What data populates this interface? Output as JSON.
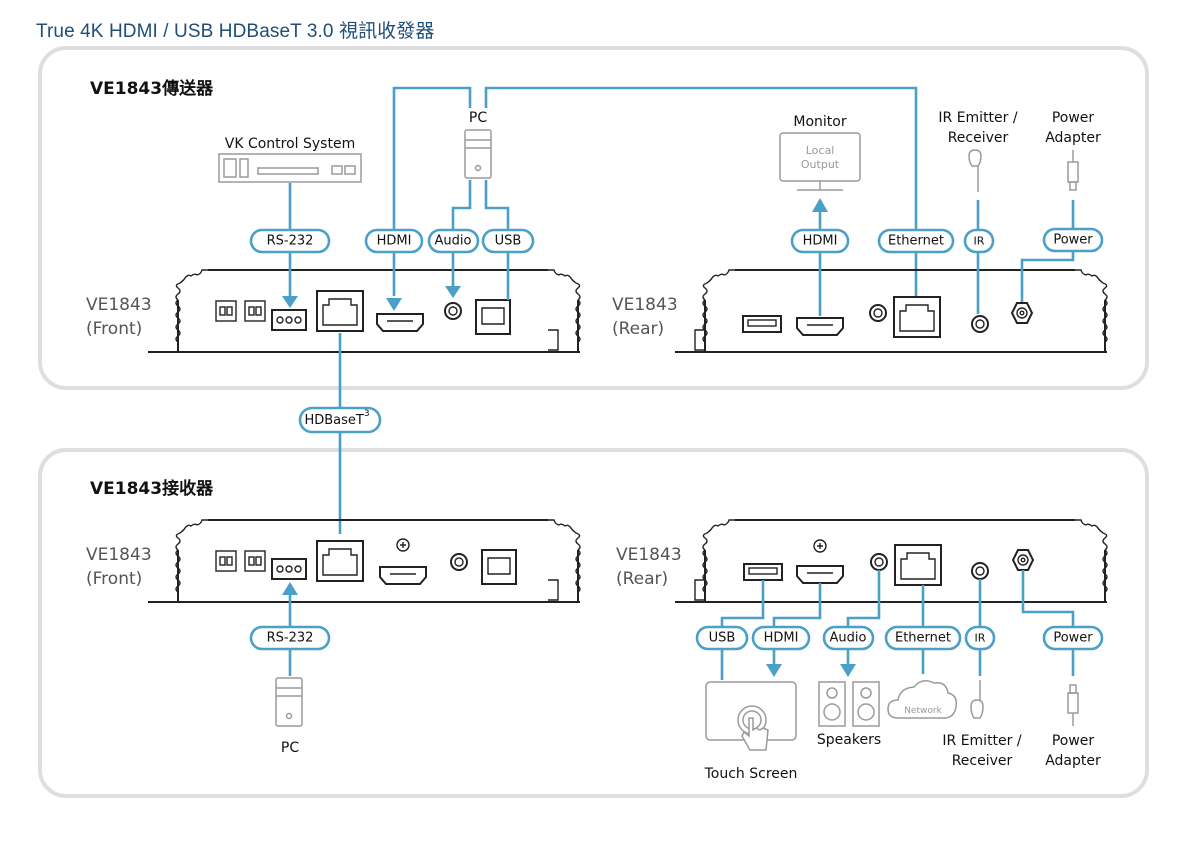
{
  "title": "True 4K HDMI / USB HDBaseT 3.0 視訊收發器",
  "colors": {
    "wire": "#4aa0c6",
    "title": "#1f4e79",
    "frame": "#dcdedf"
  },
  "transmitter": {
    "section_label": "VE1843傳送器",
    "front_label_1": "VE1843",
    "front_label_2": "(Front)",
    "rear_label_1": "VE1843",
    "rear_label_2": "(Rear)",
    "devices": {
      "vk": "VK Control System",
      "pc": "PC",
      "monitor": "Monitor",
      "monitor_screen_1": "Local",
      "monitor_screen_2": "Output",
      "ir_1": "IR Emitter /",
      "ir_2": "Receiver",
      "power_1": "Power",
      "power_2": "Adapter"
    },
    "pills": {
      "rs232": "RS-232",
      "hdmi": "HDMI",
      "audio": "Audio",
      "usb": "USB",
      "hdmi_out": "HDMI",
      "ethernet": "Ethernet",
      "ir": "IR",
      "power": "Power"
    }
  },
  "link": {
    "label": "HDBaseT",
    "sup": "3"
  },
  "receiver": {
    "section_label": "VE1843接收器",
    "front_label_1": "VE1843",
    "front_label_2": "(Front)",
    "rear_label_1": "VE1843",
    "rear_label_2": "(Rear)",
    "devices": {
      "pc": "PC",
      "touch": "Touch Screen",
      "speakers": "Speakers",
      "network": "Network",
      "ir_1": "IR Emitter /",
      "ir_2": "Receiver",
      "power_1": "Power",
      "power_2": "Adapter"
    },
    "pills": {
      "rs232": "RS-232",
      "usb": "USB",
      "hdmi": "HDMI",
      "audio": "Audio",
      "ethernet": "Ethernet",
      "ir": "IR",
      "power": "Power"
    }
  }
}
